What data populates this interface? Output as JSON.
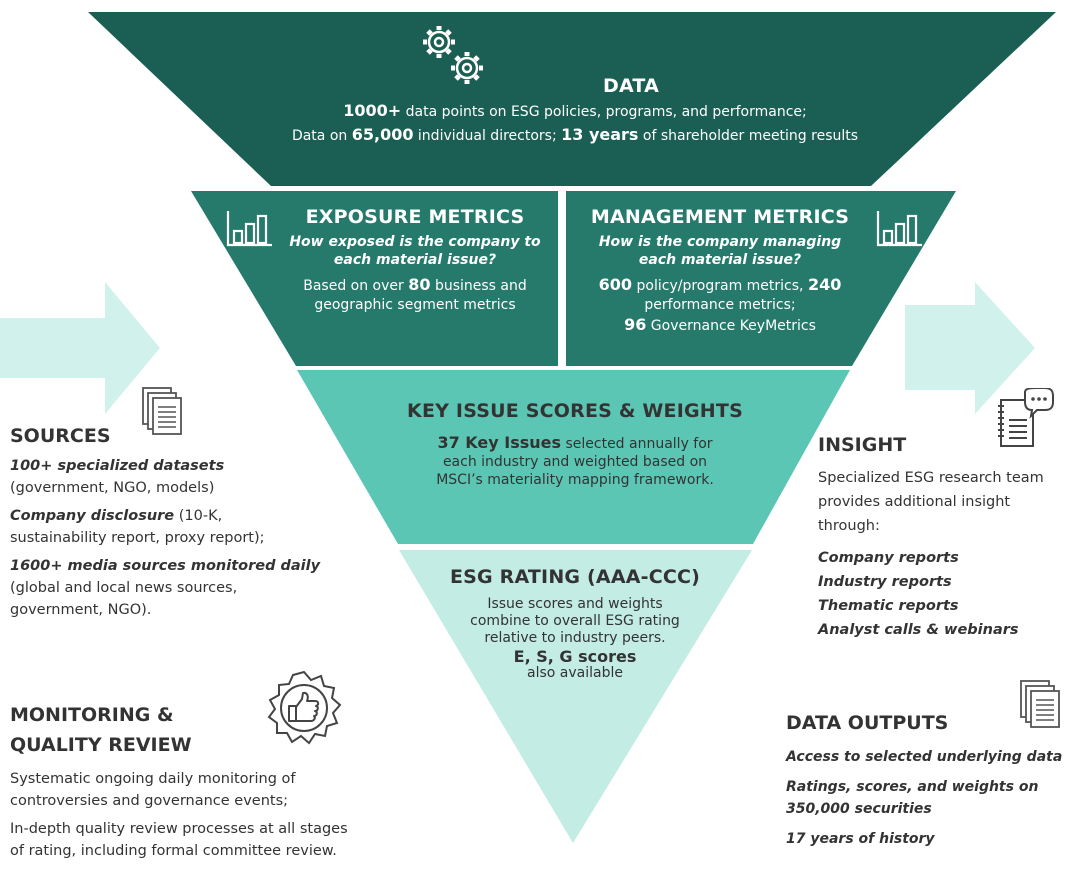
{
  "data": {
    "title": "DATA",
    "line1_bold": "1000+",
    "line1_rest": " data points on ESG policies, programs, and performance;",
    "line2_pre": "Data on ",
    "line2_bold1": "65,000",
    "line2_mid": " individual directors; ",
    "line2_bold2": "13 years",
    "line2_rest": " of shareholder meeting results"
  },
  "exposure": {
    "title": "EXPOSURE METRICS",
    "question_1": "How exposed is the company to",
    "question_2": "each material issue?",
    "body_pre": "Based on over ",
    "body_bold": "80",
    "body_post": " business and",
    "body_line2": "geographic segment metrics"
  },
  "management": {
    "title": "MANAGEMENT METRICS",
    "question_1": "How is the company managing",
    "question_2": "each material issue?",
    "b1": "600",
    "t1": " policy/program metrics, ",
    "b2": "240",
    "line2": "performance metrics;",
    "b3": "96",
    "t3": " Governance KeyMetrics"
  },
  "key_issue": {
    "title": "KEY ISSUE SCORES & WEIGHTS",
    "bold": "37 Key Issues",
    "rest1": " selected annually for",
    "line2": "each industry and weighted based on",
    "line3": "MSCI’s materiality mapping framework."
  },
  "rating": {
    "title": "ESG RATING (AAA-CCC)",
    "line1": "Issue scores and weights",
    "line2": "combine to overall ESG rating",
    "line3": "relative to industry peers.",
    "bold": "E, S, G scores",
    "line5": "also available"
  },
  "sources": {
    "title": "SOURCES",
    "item1_em": "100+ specialized datasets",
    "item1_rest": "(government, NGO, models)",
    "item2_em": "Company disclosure",
    "item2_rest1": " (10-K,",
    "item2_rest2": "sustainability report, proxy report);",
    "item3_em": "1600+ media sources monitored daily",
    "item3_rest1": "(global and local news sources,",
    "item3_rest2": "government, NGO)."
  },
  "monitoring": {
    "title_1": "MONITORING &",
    "title_2": "QUALITY REVIEW",
    "p1_1": "Systematic ongoing daily monitoring of",
    "p1_2": "controversies and governance events;",
    "p2_1": "In-depth quality review processes at all stages",
    "p2_2": "of rating, including formal committee review."
  },
  "insight": {
    "title": "INSIGHT",
    "p1": "Specialized ESG research team",
    "p2": "provides additional insight",
    "p3": "through:",
    "items": [
      "Company reports",
      "Industry reports",
      "Thematic reports",
      "Analyst calls & webinars"
    ]
  },
  "outputs": {
    "title": "DATA OUTPUTS",
    "item1": "Access to selected underlying data",
    "item2_1": "Ratings, scores, and weights on",
    "item2_2": "350,000 securities",
    "item3": "17 years of history"
  },
  "colors": {
    "data_band": "#1b5e53",
    "metrics_band": "#267a6c",
    "key_issue_band": "#5cc6b5",
    "rating_band": "#c2ece4",
    "arrow": "#d1f1ec",
    "text_dark": "#333333"
  },
  "icons": [
    "gears-icon",
    "bar-chart-icon",
    "documents-icon",
    "thumbs-up-badge-icon",
    "report-speech-icon"
  ]
}
